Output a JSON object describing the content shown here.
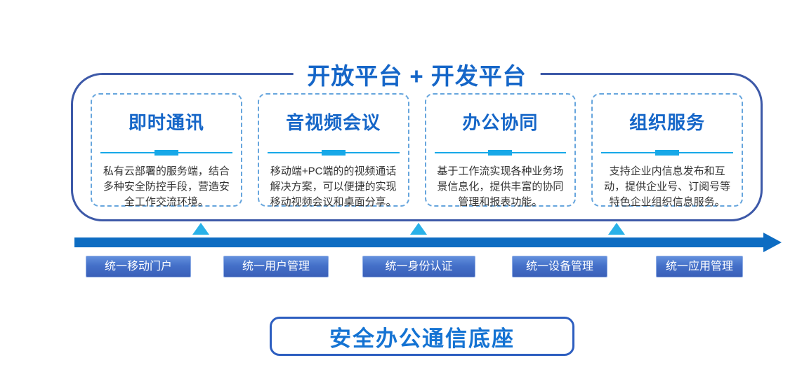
{
  "platform": {
    "title": "开放平台 + 开发平台",
    "cards": [
      {
        "title": "即时通讯",
        "desc": "私有云部署的服务端，结合多种安全防控手段，营造安全工作交流环境。"
      },
      {
        "title": "音视频会议",
        "desc": "移动端+PC端的的视频通话解决方案，可以便捷的实现移动视频会议和桌面分享。"
      },
      {
        "title": "办公协同",
        "desc": "基于工作流实现各种业务场景信息化，提供丰富的协同管理和报表功能。"
      },
      {
        "title": "组织服务",
        "desc": "支持企业内信息发布和互动，提供企业号、订阅号等特色企业组织信息服务。"
      }
    ]
  },
  "middleware": {
    "buttons": [
      "统一移动门户",
      "统一用户管理",
      "统一身份认证",
      "统一设备管理",
      "统一应用管理"
    ]
  },
  "base": {
    "title": "安全办公通信底座"
  },
  "colors": {
    "heading_blue": "#1566c8",
    "outer_border": "#3d59a8",
    "card_dash_border": "#66a5dd",
    "divider_cyan": "#17a8e8",
    "triangle_cyan": "#29b1e8",
    "arrow_blue": "#0d6cc2",
    "pill_gradient_top": "#6390dd",
    "pill_gradient_bottom": "#3a5fb8",
    "pill_text": "#ffffff",
    "body_text": "#333333",
    "base_border": "#2d5ec0",
    "base_text": "#1473d3"
  }
}
